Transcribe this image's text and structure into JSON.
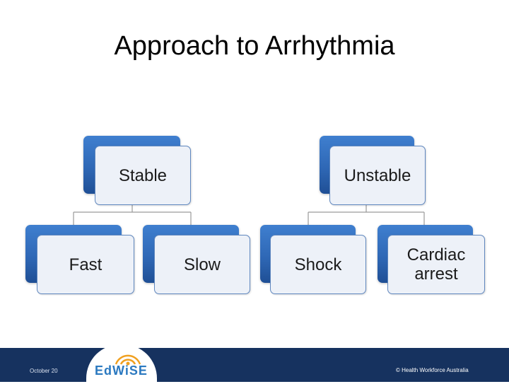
{
  "title": "Approach to Arrhythmia",
  "nodes": {
    "stable": "Stable",
    "unstable": "Unstable",
    "fast": "Fast",
    "slow": "Slow",
    "shock": "Shock",
    "cardiac_arrest": [
      "Cardiac",
      "arrest"
    ]
  },
  "footer": {
    "date": "October 20",
    "logo": "EdWiSE",
    "copyright": "© Health Workforce Australia"
  },
  "colors": {
    "box_accent": "#2f68b6",
    "card_fill": "#edf1f8",
    "footer": "#16325f"
  }
}
